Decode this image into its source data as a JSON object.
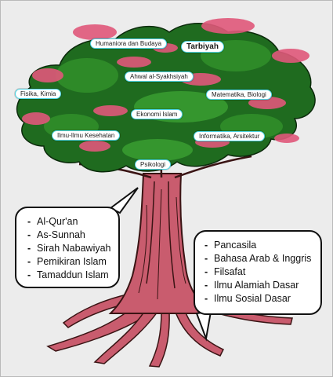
{
  "tree": {
    "branches": [
      "Humaniora dan Budaya",
      "Tarbiyah",
      "Ahwal al-Syakhsiyah",
      "Fisika, Kimia",
      "Matematika, Biologi",
      "Ekonomi Islam",
      "Ilmu-Ilmu Kesehatan",
      "Informatika, Arsitektur",
      "Psikologi"
    ]
  },
  "trunk_bubble": {
    "items": [
      "Al-Qur'an",
      "As-Sunnah",
      "Sirah Nabawiyah",
      "Pemikiran Islam",
      "Tamaddun Islam"
    ]
  },
  "root_bubble": {
    "items": [
      "Pancasila",
      "Bahasa Arab & Inggris",
      "Filsafat",
      "Ilmu Alamiah Dasar",
      "Ilmu Sosial Dasar"
    ]
  },
  "bullet": "-",
  "colors": {
    "foliage": "#1f6b1f",
    "foliage_light": "#3e9a2c",
    "blossom": "#e0587a",
    "trunk": "#c95c6e",
    "bark_dark": "#3a1414",
    "label_border": "#4fd6e6"
  }
}
